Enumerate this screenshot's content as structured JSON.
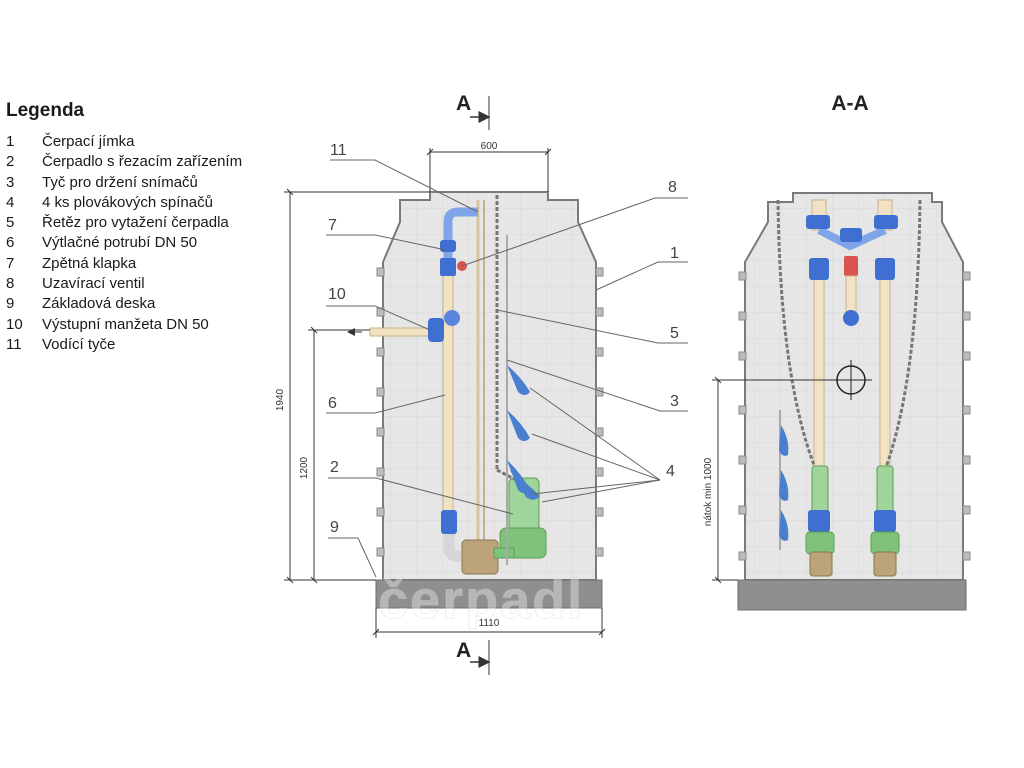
{
  "legend": {
    "title": "Legenda",
    "items": [
      {
        "num": "1",
        "label": "Čerpací jímka"
      },
      {
        "num": "2",
        "label": "Čerpadlo s řezacím zařízením"
      },
      {
        "num": "3",
        "label": "Tyč pro držení snímačů"
      },
      {
        "num": "4",
        "label": "4 ks plovákových spínačů"
      },
      {
        "num": "5",
        "label": "Řetěz pro vytažení čerpadla"
      },
      {
        "num": "6",
        "label": "Výtlačné potrubí DN 50"
      },
      {
        "num": "7",
        "label": "Zpětná klapka"
      },
      {
        "num": "8",
        "label": "Uzavírací ventil"
      },
      {
        "num": "9",
        "label": "Základová deska"
      },
      {
        "num": "10",
        "label": "Výstupní manžeta DN 50"
      },
      {
        "num": "11",
        "label": "Vodící tyče"
      }
    ]
  },
  "section_marks": {
    "cut_top": "A",
    "cut_bottom": "A",
    "view_title": "A-A"
  },
  "dimensions": {
    "top_width": "600",
    "total_height": "1940",
    "outlet_height": "1200",
    "base_width": "1110",
    "inlet_height": "nátok min 1000"
  },
  "callouts": {
    "c11": "11",
    "c8": "8",
    "c7": "7",
    "c1": "1",
    "c10": "10",
    "c5": "5",
    "c6": "6",
    "c3": "3",
    "c4": "4",
    "c2": "2",
    "c9": "9"
  },
  "watermark": "čerpadl",
  "colors": {
    "tank_fill": "#e6e6e6",
    "tank_stroke": "#7a7a7a",
    "base_plate": "#8f8f8f",
    "pump_green": "#9fd49a",
    "pipe_blue": "#3e6fd1",
    "valve_red": "#d9534f",
    "pipe_beige": "#f2e2c4"
  }
}
